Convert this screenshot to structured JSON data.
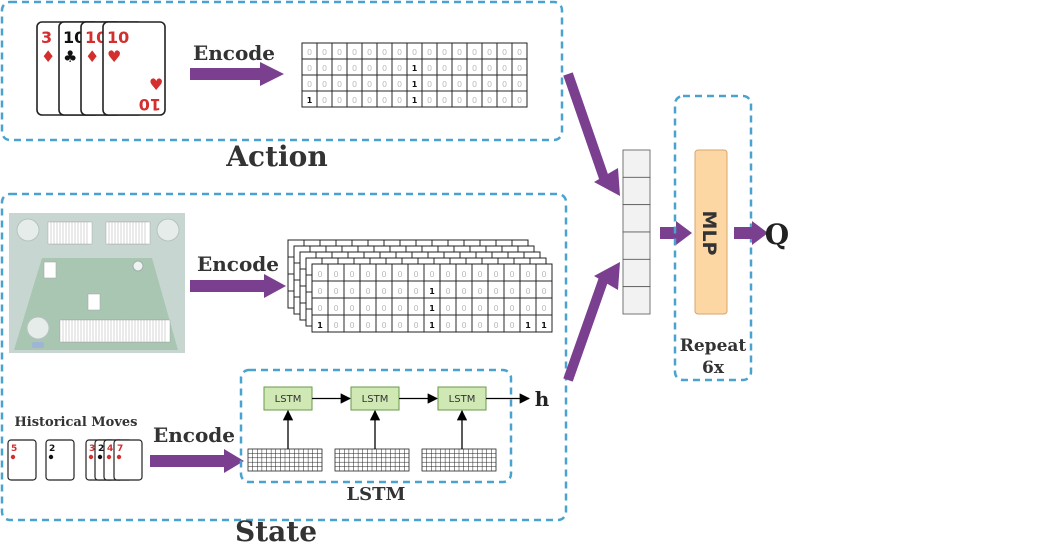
{
  "labels": {
    "action": "Action",
    "state": "State",
    "encode_action": "Encode",
    "encode_state": "Encode",
    "encode_history": "Encode",
    "historical_moves": "Historical Moves",
    "lstm_title": "LSTM",
    "lstm_cell": "LSTM",
    "h": "h",
    "mlp": "MLP",
    "repeat_line1": "Repeat",
    "repeat_line2": "6x",
    "q": "Q"
  },
  "action_cards": [
    {
      "rank": "3",
      "suit": "♦",
      "color": "#d32f2f"
    },
    {
      "rank": "10",
      "suit": "♣",
      "color": "#111111"
    },
    {
      "rank": "10",
      "suit": "♦",
      "color": "#d32f2f"
    },
    {
      "rank": "10",
      "suit": "♥",
      "color": "#d32f2f"
    }
  ],
  "action_grid": {
    "rows": [
      [
        "0",
        "0",
        "0",
        "0",
        "0",
        "0",
        "0",
        "0",
        "0",
        "0",
        "0",
        "0",
        "0",
        "0",
        "0"
      ],
      [
        "0",
        "0",
        "0",
        "0",
        "0",
        "0",
        "0",
        "1",
        "0",
        "0",
        "0",
        "0",
        "0",
        "0",
        "0"
      ],
      [
        "0",
        "0",
        "0",
        "0",
        "0",
        "0",
        "0",
        "1",
        "0",
        "0",
        "0",
        "0",
        "0",
        "0",
        "0"
      ],
      [
        "1",
        "0",
        "0",
        "0",
        "0",
        "0",
        "0",
        "1",
        "0",
        "0",
        "0",
        "0",
        "0",
        "0",
        "0"
      ]
    ]
  },
  "state_grid": {
    "rows": [
      [
        "0",
        "0",
        "0",
        "0",
        "0",
        "0",
        "0",
        "0",
        "0",
        "0",
        "0",
        "0",
        "0",
        "0",
        "0"
      ],
      [
        "0",
        "0",
        "0",
        "0",
        "0",
        "0",
        "0",
        "1",
        "0",
        "0",
        "0",
        "0",
        "0",
        "0",
        "0"
      ],
      [
        "0",
        "0",
        "0",
        "0",
        "0",
        "0",
        "0",
        "1",
        "0",
        "0",
        "0",
        "0",
        "0",
        "0",
        "0"
      ],
      [
        "1",
        "0",
        "0",
        "0",
        "0",
        "0",
        "0",
        "1",
        "0",
        "0",
        "0",
        "0",
        "0",
        "1",
        "1"
      ]
    ]
  },
  "history_cards": [
    {
      "rank": "5",
      "color": "#d32f2f"
    },
    {
      "rank": "2",
      "color": "#111111"
    },
    {
      "rank": "3",
      "color": "#d32f2f"
    },
    {
      "rank": "2",
      "color": "#111111"
    },
    {
      "rank": "4",
      "color": "#d32f2f"
    },
    {
      "rank": "7",
      "color": "#d32f2f"
    }
  ],
  "colors": {
    "dashed_border": "#4aa3cf",
    "arrow": "#7b3f8f",
    "lstm_fill": "#cfe8b4",
    "lstm_stroke": "#6a9a4a",
    "mlp_fill": "#fcd7a4",
    "mlp_stroke": "#d7a46a",
    "table_green": "#a8c6b2"
  }
}
